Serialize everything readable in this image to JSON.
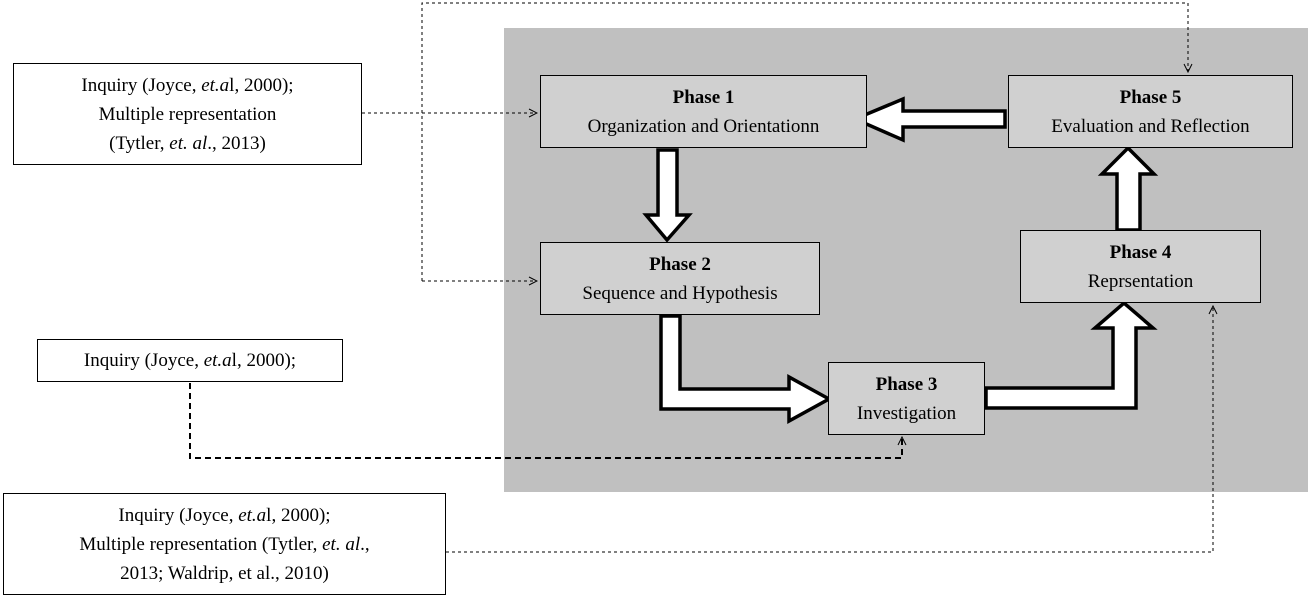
{
  "phases": [
    {
      "title": "Phase 1",
      "text": "Organization and Orientationn"
    },
    {
      "title": "Phase 2",
      "text": "Sequence and Hypothesis"
    },
    {
      "title": "Phase 3",
      "text": "Investigation"
    },
    {
      "title": "Phase 4",
      "text": "Reprsentation"
    },
    {
      "title": "Phase 5",
      "text": "Evaluation and Reflection"
    }
  ],
  "sources": {
    "top": {
      "l1a": "Inquiry (Joyce, ",
      "l1i": "et.a",
      "l1b": "l, 2000);",
      "l2": "Multiple representation",
      "l3a": "(Tytler, ",
      "l3i": "et. al",
      "l3b": "., 2013)"
    },
    "middle": {
      "l1a": "Inquiry (Joyce, ",
      "l1i": "et.a",
      "l1b": "l, 2000);"
    },
    "bottom": {
      "l1a": "Inquiry (Joyce, ",
      "l1i": "et.a",
      "l1b": "l, 2000);",
      "l2a": "Multiple representation  (Tytler, ",
      "l2i": "et. al",
      "l2b": ".,",
      "l3": "2013; Waldrip, et al., 2010)"
    }
  },
  "colors": {
    "panel": "#c0c0c0",
    "phase_box": "#d0d0d0",
    "arrow_fill": "#ffffff",
    "line": "#000000"
  }
}
